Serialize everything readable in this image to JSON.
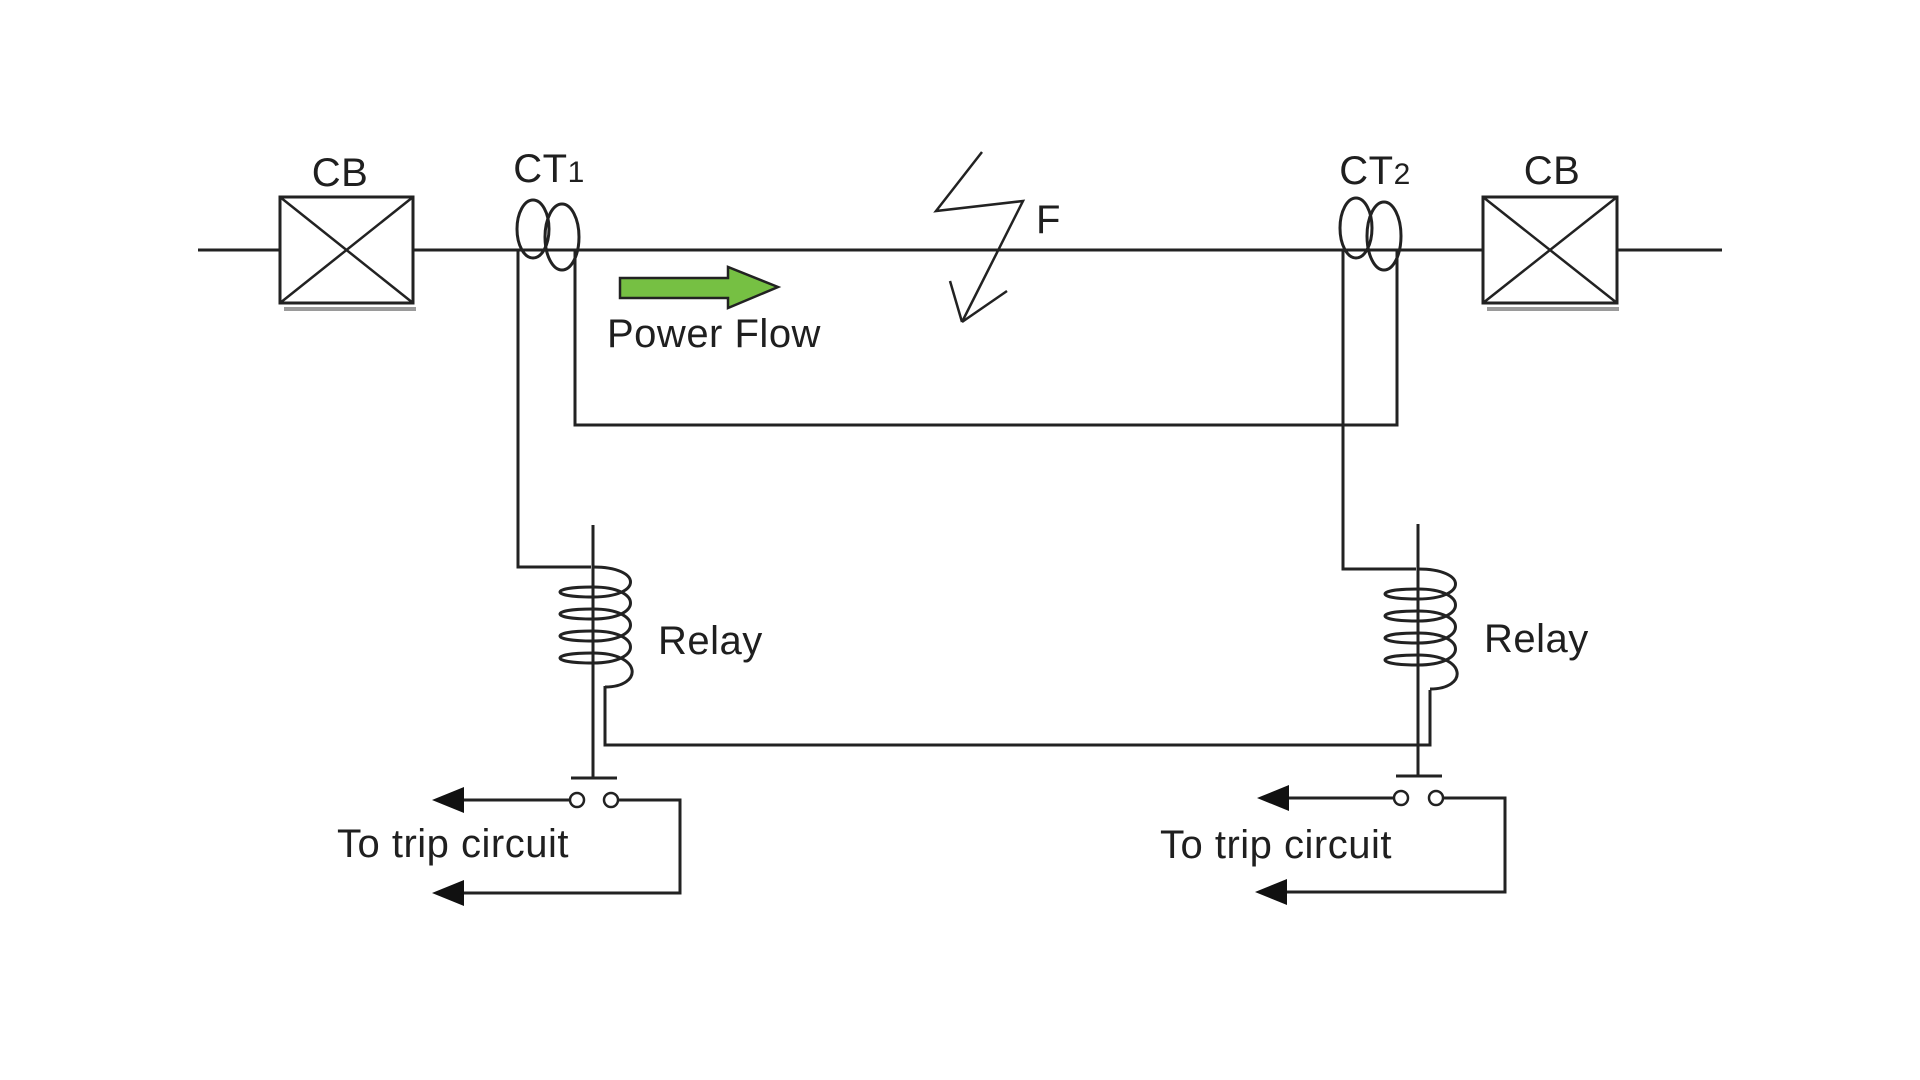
{
  "diagram": {
    "breakers": {
      "left": "CB",
      "right": "CB"
    },
    "cts": {
      "left": {
        "prefix": "CT",
        "sub": "1"
      },
      "right": {
        "prefix": "CT",
        "sub": "2"
      }
    },
    "fault_label": "F",
    "power_flow_label": "Power Flow",
    "relays": {
      "left": "Relay",
      "right": "Relay"
    },
    "trip_labels": {
      "left": "To trip circuit",
      "right": "To trip circuit"
    },
    "colors": {
      "wire": "#222222",
      "text": "#1f1f1f",
      "power_arrow_fill": "#76c043",
      "cb_shadow": "#9a9a9a",
      "background": "#ffffff"
    },
    "icons": {
      "power_flow": "right-arrow",
      "fault": "lightning-down-arrow",
      "trip": "left-arrow"
    }
  }
}
